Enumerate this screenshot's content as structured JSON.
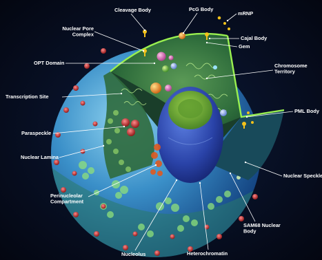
{
  "diagram": {
    "labels": [
      {
        "id": "cleavage-body",
        "text": "Cleavage Body"
      },
      {
        "id": "pcg-body",
        "text": "PcG Body"
      },
      {
        "id": "mrnp",
        "text": "mRNP"
      },
      {
        "id": "nuclear-pore-complex",
        "lines": [
          "Nuclear Pore",
          "Complex"
        ]
      },
      {
        "id": "cajal-body",
        "text": "Cajal Body"
      },
      {
        "id": "gem",
        "text": "Gem"
      },
      {
        "id": "opt-domain",
        "text": "OPT Domain"
      },
      {
        "id": "chromosome-territory",
        "lines": [
          "Chromosome",
          "Territory"
        ]
      },
      {
        "id": "transcription-site",
        "text": "Transcription Site"
      },
      {
        "id": "pml-body",
        "text": "PML Body"
      },
      {
        "id": "paraspeckle",
        "text": "Paraspeckle"
      },
      {
        "id": "nuclear-lamina",
        "text": "Nuclear Lamina"
      },
      {
        "id": "nuclear-speckle",
        "text": "Nuclear Speckle"
      },
      {
        "id": "perinucleolar-compartment",
        "lines": [
          "Perinucleolar",
          "Compartment"
        ]
      },
      {
        "id": "sam68-nuclear-body",
        "lines": [
          "SAM68 Nuclear",
          "Body"
        ]
      },
      {
        "id": "nucleolus",
        "text": "Nucleolus"
      },
      {
        "id": "heterochromatin",
        "text": "Heterochromatin"
      }
    ]
  }
}
